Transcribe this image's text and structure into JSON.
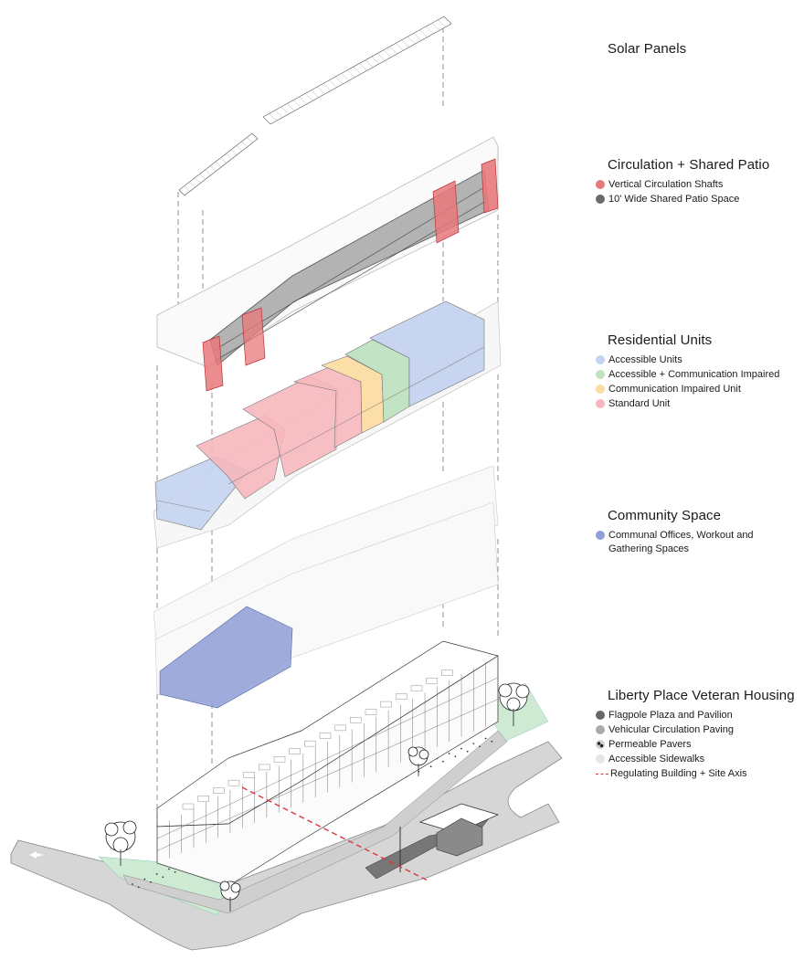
{
  "colors": {
    "circulation": "#e8787b",
    "patio": "#6b6b6b",
    "accessible": "#c4d3ef",
    "accessible_comm": "#bfe3c1",
    "comm_impaired": "#fbdca3",
    "standard": "#f6b8bc",
    "communal": "#8f9fd6",
    "flagpole": "#666666",
    "vehicular": "#aaaaaa",
    "pavers": "#cfcfcf",
    "sidewalk": "#e6e6e6",
    "regulating_axis": "#d9383b",
    "green": "#cfead2",
    "road": "#d6d6d6"
  },
  "legend": {
    "solar": {
      "title": "Solar Panels"
    },
    "circulation": {
      "title": "Circulation + Shared Patio",
      "items": [
        {
          "label": "Vertical Circulation Shafts",
          "swatch": "circulation"
        },
        {
          "label": "10' Wide Shared Patio Space",
          "swatch": "patio"
        }
      ]
    },
    "residential": {
      "title": "Residential Units",
      "items": [
        {
          "label": "Accessible Units",
          "swatch": "accessible"
        },
        {
          "label": "Accessible + Communication Impaired",
          "swatch": "accessible_comm"
        },
        {
          "label": "Communication Impaired Unit",
          "swatch": "comm_impaired"
        },
        {
          "label": "Standard Unit",
          "swatch": "standard"
        }
      ]
    },
    "community": {
      "title": "Community Space",
      "items": [
        {
          "label": "Communal Offices, Workout and Gathering Spaces",
          "swatch": "communal"
        }
      ]
    },
    "site": {
      "title": "Liberty Place Veteran Housing",
      "items": [
        {
          "label": "Flagpole Plaza and Pavilion",
          "swatch": "flagpole"
        },
        {
          "label": "Vehicular Circulation Paving",
          "swatch": "vehicular"
        },
        {
          "label": "Permeable Pavers",
          "swatch": "pavers"
        },
        {
          "label": "Accessible Sidewalks",
          "swatch": "sidewalk"
        },
        {
          "label": "Regulating Building + Site Axis",
          "swatch": "regulating_axis"
        }
      ]
    }
  }
}
